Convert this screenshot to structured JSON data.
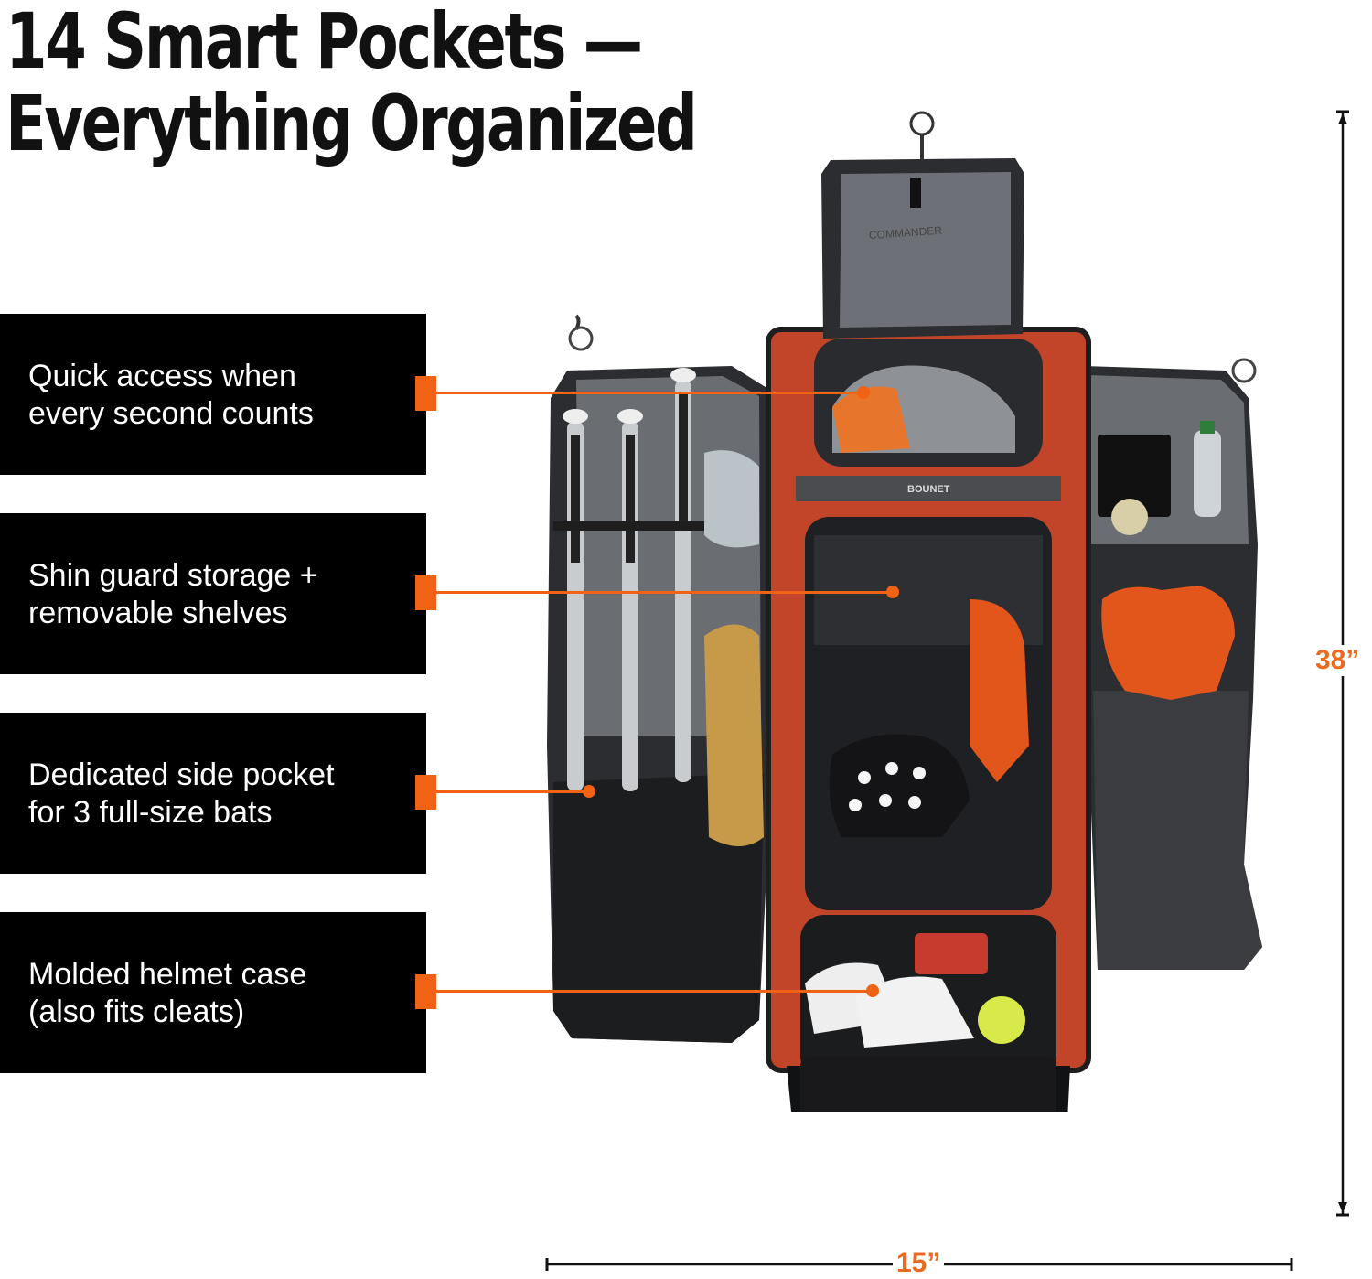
{
  "headline": {
    "line1": "14 Smart Pockets —",
    "line2": "Everything Organized"
  },
  "callouts": [
    {
      "line1": "Quick access when",
      "line2": "every second counts"
    },
    {
      "line1": "Shin guard storage +",
      "line2": "removable shelves"
    },
    {
      "line1": "Dedicated side pocket",
      "line2": "for 3 full-size bats"
    },
    {
      "line1": "Molded helmet case",
      "line2": "(also fits cleats)"
    }
  ],
  "dimensions": {
    "height": "38”",
    "width": "15”"
  },
  "colors": {
    "accent": "#f06214",
    "dimension_text": "#ea6a1f",
    "bag_body": "#d14a2a",
    "bag_interior": "#55585c",
    "callout_bg": "#000000"
  },
  "product_label": "BOUNET"
}
